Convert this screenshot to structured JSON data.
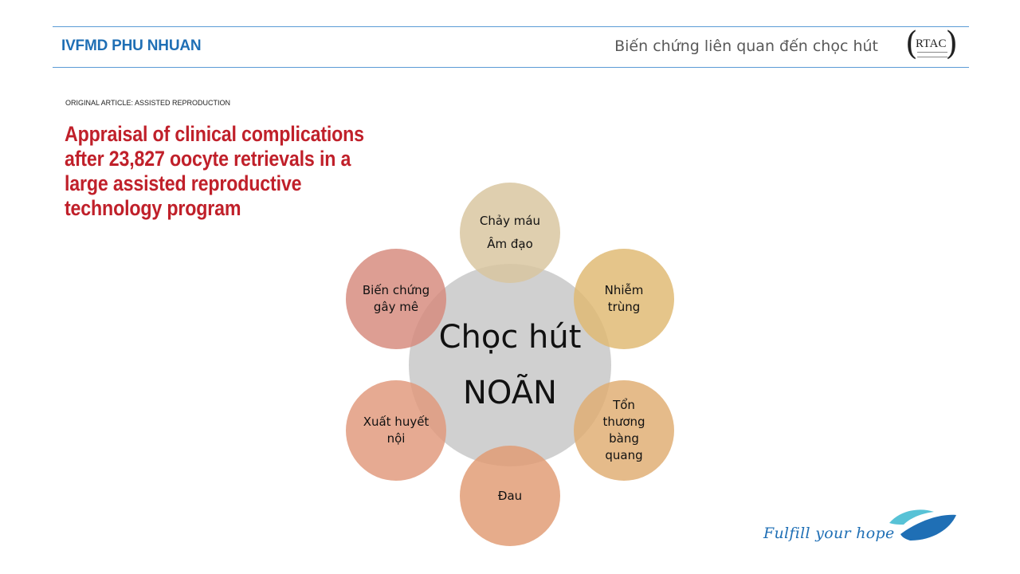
{
  "header": {
    "organization": "IVFMD PHU NHUAN",
    "slide_title": "Biến chứng liên quan đến chọc hút",
    "logo_text": "RTAC"
  },
  "article": {
    "label": "ORIGINAL ARTICLE: ASSISTED REPRODUCTION",
    "title": "Appraisal of clinical complications after 23,827 oocyte retrievals in a large assisted reproductive technology program"
  },
  "diagram": {
    "center": {
      "line1": "Chọc hút",
      "line2": "NOÃN"
    },
    "nodes": [
      {
        "lines": [
          "Chảy máu",
          "Âm đạo"
        ],
        "color": "#d8c49e"
      },
      {
        "lines": [
          "Nhiễm",
          "trùng"
        ],
        "color": "#dfb870"
      },
      {
        "lines": [
          "Tổn",
          "thương",
          "bàng",
          "quang"
        ],
        "color": "#dfac70"
      },
      {
        "lines": [
          "Đau"
        ],
        "color": "#e09a72"
      },
      {
        "lines": [
          "Xuất huyết",
          "nội"
        ],
        "color": "#e1977a"
      },
      {
        "lines": [
          "Biến chứng",
          "gây mê"
        ],
        "color": "#d6897b"
      }
    ]
  },
  "footer": {
    "tagline": "Fulfill your hope"
  },
  "colors": {
    "accent_blue": "#1f6fb5",
    "title_red": "#c0202a",
    "rule_blue": "#5b9bd5"
  }
}
